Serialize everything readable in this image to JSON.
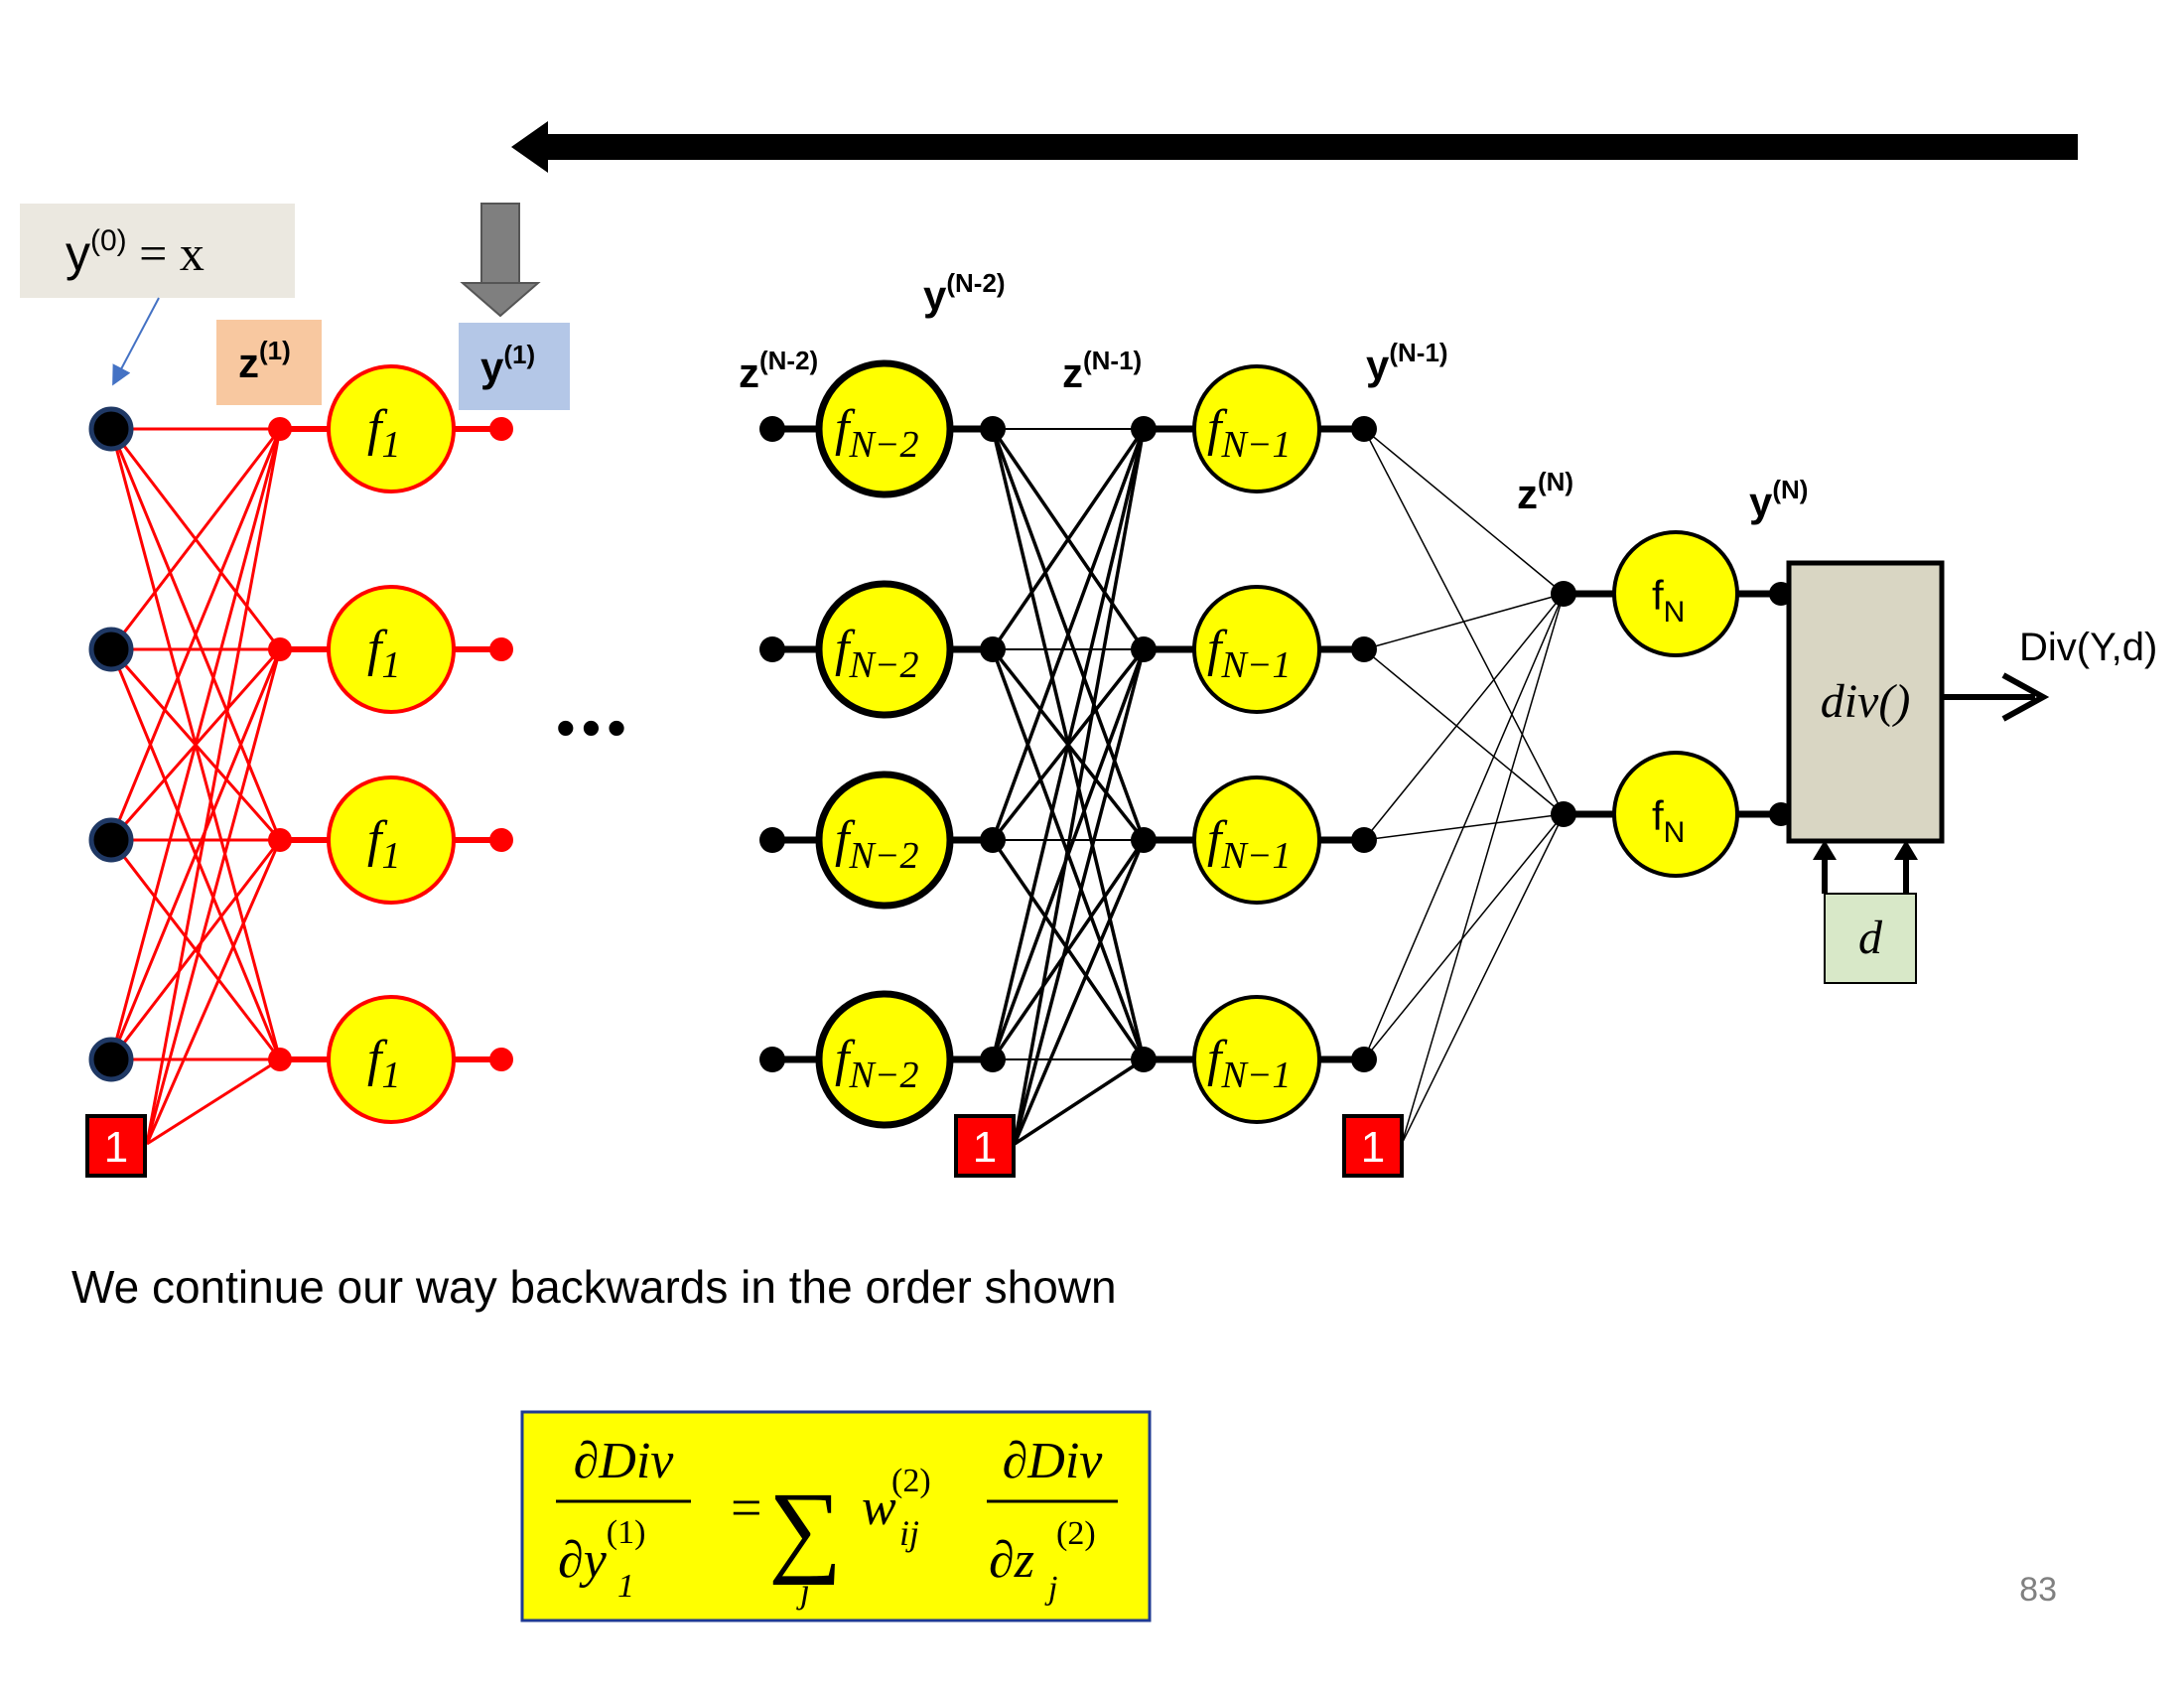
{
  "colors": {
    "red": "#ff0000",
    "black": "#000000",
    "node_yellow": "#ffff00",
    "input_node_blue": "#1f3864",
    "div_box": "#d9d6c3",
    "z_label_bg": "#f8c8a0",
    "y_label_bg": "#b4c7e7",
    "y0_bg": "#ebe8e0",
    "d_box": "#d8e8c8",
    "formula_bg": "#ffff00",
    "grey_arrow": "#7f7f7f"
  },
  "labels": {
    "y0_base": "y",
    "y0_sup": "(0)",
    "y0_rest": " = x",
    "z1_base": "z",
    "z1_sup": "(1)",
    "y1_base": "y",
    "y1_sup": "(1)",
    "yN2_base": "y",
    "yN2_sup": "(N-2)",
    "zN2_base": "z",
    "zN2_sup": "(N-2)",
    "zN1_base": "z",
    "zN1_sup": "(N-1)",
    "yN1_base": "y",
    "yN1_sup": "(N-1)",
    "zN_base": "z",
    "zN_sup": "(N)",
    "yN_base": "y",
    "yN_sup": "(N)",
    "ellipsis": "•••",
    "bias": "1",
    "f1_base": "f",
    "f1_sub": "1",
    "fN2_base": "f",
    "fN2_sub": "N−2",
    "fN1_base": "f",
    "fN1_sub": "N−1",
    "fN_base": "f",
    "fN_sub": "N",
    "div_func": "div()",
    "div_output": "Div(Y,d)",
    "d_label": "d"
  },
  "caption": "We continue our way backwards in the order shown",
  "formula": {
    "num": "∂Div",
    "den_partial": "∂y",
    "den_sub": "1",
    "den_sup": "(1)",
    "equals": "=",
    "sum": "∑",
    "sum_index": "j",
    "w": "w",
    "w_sub": "ij",
    "w_sup": "(2)",
    "num2": "∂Div",
    "den2_partial": "∂z",
    "den2_sub": "j",
    "den2_sup": "(2)"
  },
  "page_number": "83"
}
